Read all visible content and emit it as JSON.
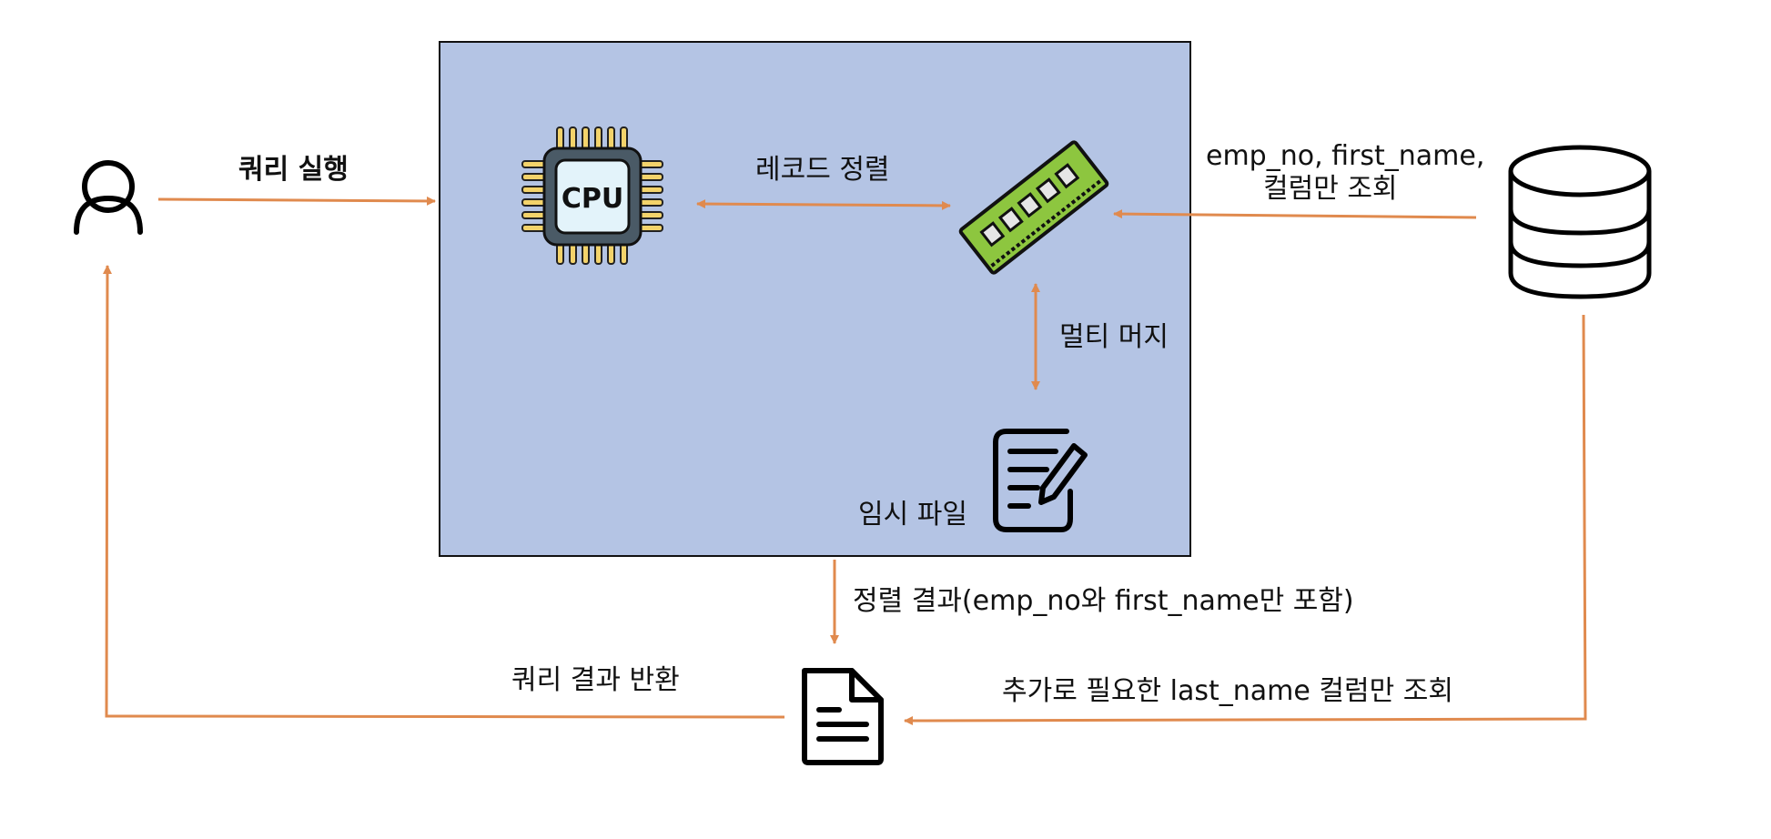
{
  "diagram": {
    "labels": {
      "query_exec": "쿼리 실행",
      "record_sort": "레코드 정렬",
      "db_select_line1": "emp_no, first_name,",
      "db_select_line2": "컬럼만 조회",
      "multi_merge": "멀티 머지",
      "temp_file": "임시 파일",
      "sort_result": "정렬 결과(emp_no와 first_name만 포함)",
      "query_result_return": "쿼리 결과 반환",
      "extra_select": "추가로 필요한 last_name 컬럼만 조회",
      "cpu_chip_text": "CPU"
    },
    "icons": {
      "user": "user-icon",
      "cpu": "cpu-chip-icon",
      "ram": "memory-module-icon",
      "temp_file": "document-pen-icon",
      "result_doc": "document-icon",
      "database": "database-icon"
    },
    "colors": {
      "box_fill": "#b4c4e4",
      "box_stroke": "#111111",
      "arrow": "#e08a4e",
      "ram_green": "#8dc63f",
      "cpu_gold": "#f3d36b",
      "cpu_body": "#4a5a66",
      "cpu_screen": "#e3f3fa"
    }
  }
}
